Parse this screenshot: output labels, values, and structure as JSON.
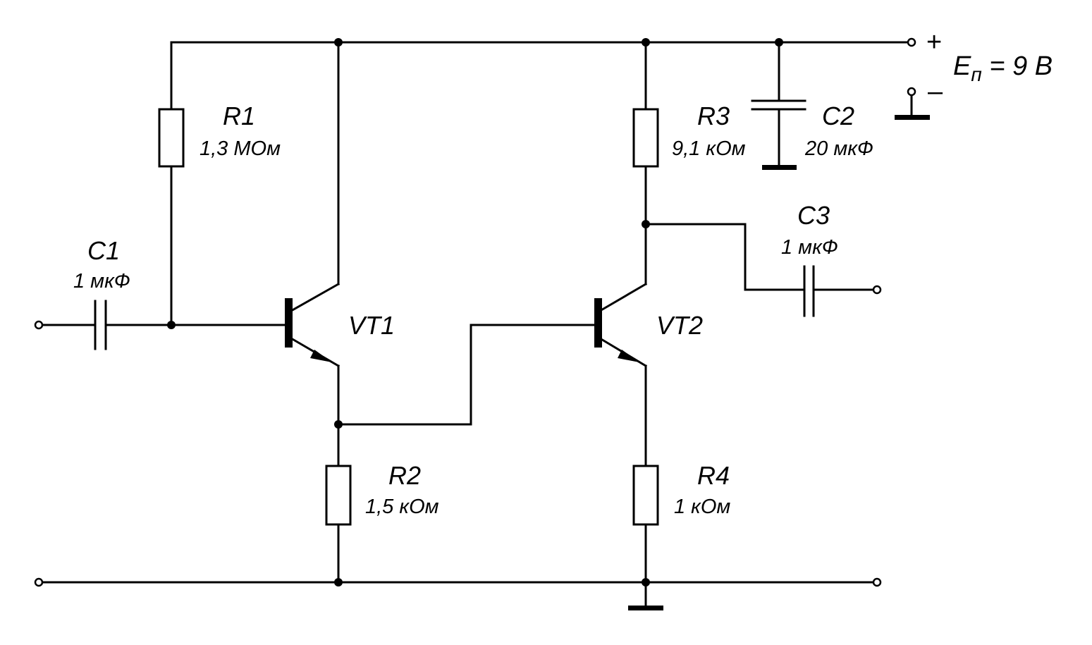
{
  "components": {
    "r1": {
      "label": "R1",
      "value": "1,3 МОм"
    },
    "r2": {
      "label": "R2",
      "value": "1,5 кОм"
    },
    "r3": {
      "label": "R3",
      "value": "9,1 кОм"
    },
    "r4": {
      "label": "R4",
      "value": "1 кОм"
    },
    "c1": {
      "label": "C1",
      "value": "1 мкФ"
    },
    "c2": {
      "label": "C2",
      "value": "20 мкФ"
    },
    "c3": {
      "label": "C3",
      "value": "1 мкФ"
    },
    "vt1": {
      "label": "VT1"
    },
    "vt2": {
      "label": "VT2"
    }
  },
  "supply": {
    "plus": "+",
    "minus": "–",
    "symbol": "E",
    "subscript": "п",
    "value": " = 9 В"
  }
}
